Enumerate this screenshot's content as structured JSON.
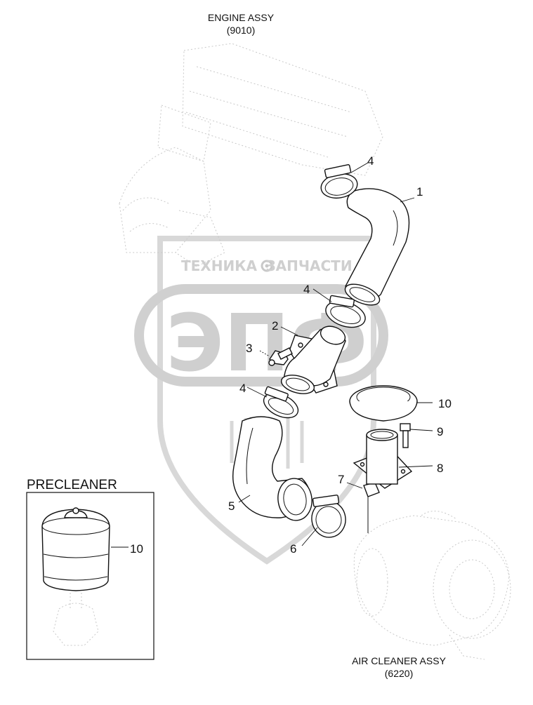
{
  "assemblies": {
    "engine": {
      "name": "ENGINE ASSY",
      "code": "(9010)"
    },
    "air_cleaner": {
      "name": "AIR CLEANER ASSY",
      "code": "(6220)"
    }
  },
  "inset": {
    "title": "PRECLEANER",
    "part_label": "10"
  },
  "callouts": {
    "c1": "1",
    "c2": "2",
    "c3": "3",
    "c4a": "4",
    "c4b": "4",
    "c4c": "4",
    "c5": "5",
    "c6": "6",
    "c7": "7",
    "c8": "8",
    "c9": "9",
    "c10": "10"
  },
  "watermark": {
    "line1": "ТЕХНИКА",
    "line2": "ЗАПЧАСТИ",
    "big": "ЭПФ"
  }
}
